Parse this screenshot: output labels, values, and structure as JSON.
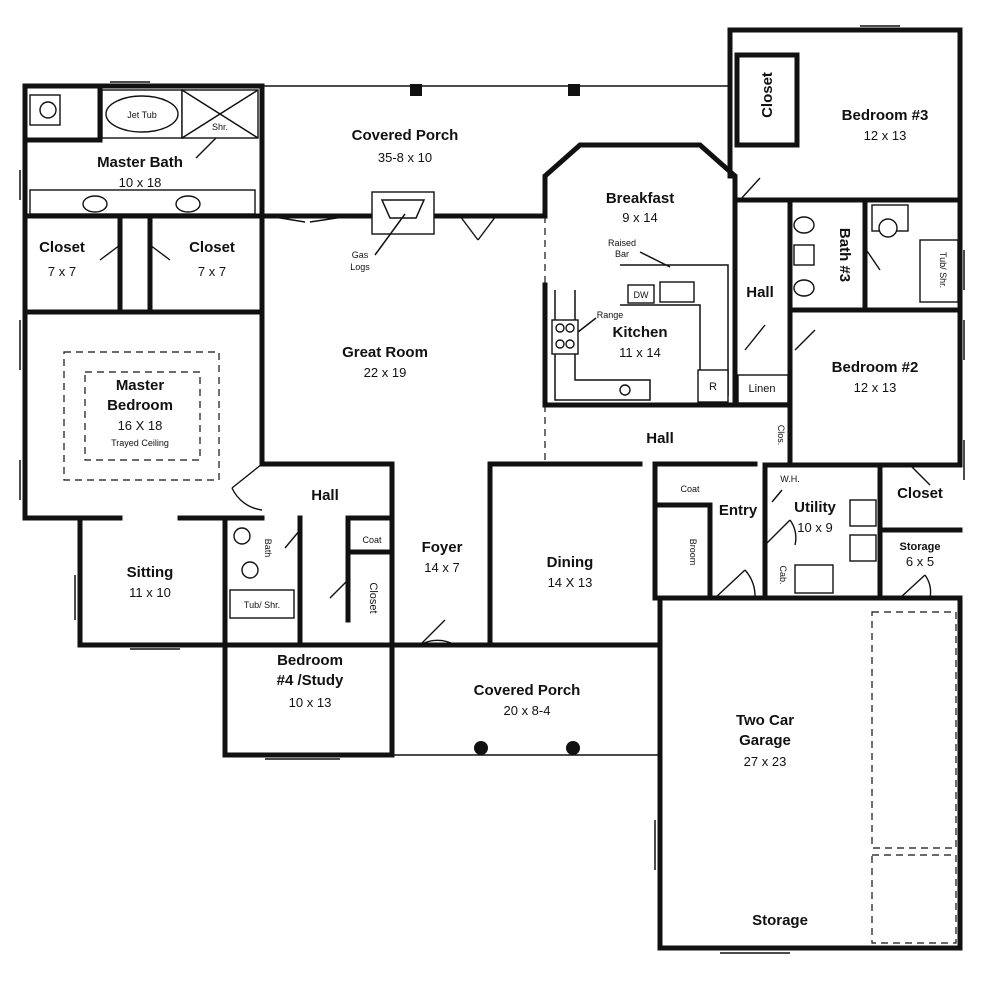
{
  "rooms": {
    "covered_porch_back": {
      "name": "Covered Porch",
      "dim": "35-8 x 10"
    },
    "master_bath": {
      "name": "Master Bath",
      "dim": "10 x 18"
    },
    "jet_tub": "Jet Tub",
    "shower_main": "Shr.",
    "closet_left_1": {
      "name": "Closet",
      "dim": "7 x 7"
    },
    "closet_left_2": {
      "name": "Closet",
      "dim": "7 x 7"
    },
    "master_bedroom": {
      "name_line1": "Master",
      "name_line2": "Bedroom",
      "dim": "16 X 18",
      "note": "Trayed Ceiling"
    },
    "sitting": {
      "name": "Sitting",
      "dim": "11 x 10"
    },
    "great_room": {
      "name": "Great Room",
      "dim": "22 x 19"
    },
    "gas_logs": {
      "line1": "Gas",
      "line2": "Logs"
    },
    "breakfast": {
      "name": "Breakfast",
      "dim": "9 x 14"
    },
    "raised_bar": {
      "line1": "Raised",
      "line2": "Bar"
    },
    "dw": "DW",
    "range": "Range",
    "kitchen": {
      "name": "Kitchen",
      "dim": "11 x 14"
    },
    "refrigerator": "R",
    "bedroom3": {
      "name": "Bedroom #3",
      "dim": "12 x 13"
    },
    "closet_b3": "Closet",
    "bath3": "Bath #3",
    "tub_shr_right": "Tub/ Shr.",
    "hall_right": "Hall",
    "linen": "Linen",
    "bedroom2": {
      "name": "Bedroom #2",
      "dim": "12 x 13"
    },
    "clos_small": "Clos.",
    "hall_center": "Hall",
    "hall_left": "Hall",
    "coat_left": "Coat",
    "coat_right": "Coat",
    "closet_b4": "Closet",
    "bath_b4": "Bath",
    "tub_shr_left": "Tub/ Shr.",
    "foyer": {
      "name": "Foyer",
      "dim": "14 x 7"
    },
    "dining": {
      "name": "Dining",
      "dim": "14 X 13"
    },
    "broom": "Broom",
    "entry": "Entry",
    "utility": {
      "name": "Utility",
      "dim": "10 x 9"
    },
    "wh": "W.H.",
    "cab": "Cab.",
    "closet_right": "Closet",
    "storage_small": {
      "name": "Storage",
      "dim": "6 x 5"
    },
    "bedroom4": {
      "name_line1": "Bedroom",
      "name_line2": "#4 /Study",
      "dim": "10 x 13"
    },
    "covered_porch_front": {
      "name": "Covered Porch",
      "dim": "20 x 8-4"
    },
    "garage": {
      "name_line1": "Two Car",
      "name_line2": "Garage",
      "dim": "27 x 23"
    },
    "storage_garage": "Storage"
  }
}
